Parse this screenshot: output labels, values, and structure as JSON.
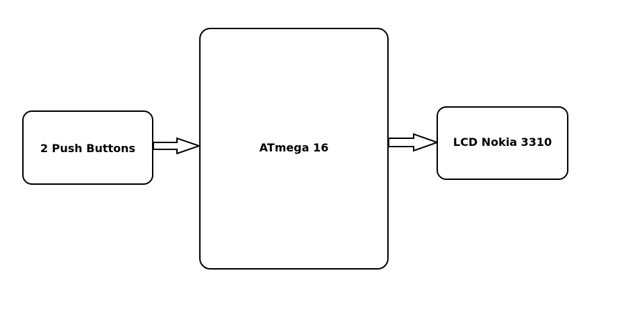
{
  "diagram": {
    "blocks": {
      "input": {
        "label": "2 Push Buttons"
      },
      "controller": {
        "label": "ATmega 16"
      },
      "output": {
        "label": "LCD Nokia 3310"
      }
    },
    "connections": [
      {
        "from": "2 Push Buttons",
        "to": "ATmega 16",
        "style": "hollow-block-arrow"
      },
      {
        "from": "ATmega 16",
        "to": "LCD Nokia 3310",
        "style": "hollow-block-arrow"
      }
    ],
    "colors": {
      "stroke": "#000000",
      "fill": "#ffffff",
      "background": "#ffffff"
    }
  }
}
